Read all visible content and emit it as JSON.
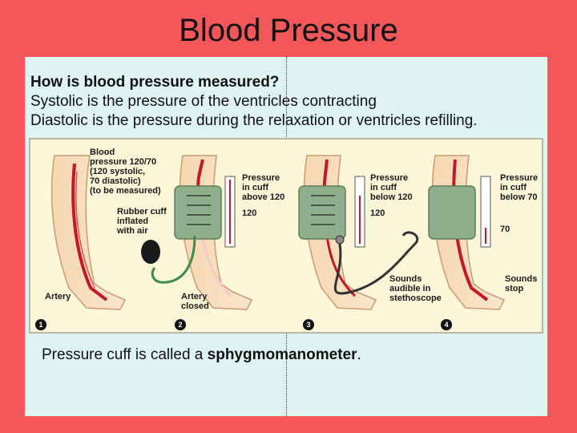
{
  "slide": {
    "title": "Blood Pressure"
  },
  "header": {
    "question": "How is blood pressure measured?",
    "systolic_line": "Systolic is the pressure of the ventricles contracting",
    "diastolic_line": "Diastolic is the pressure during the relaxation or ventricles refilling."
  },
  "figure": {
    "panel1": {
      "bp_l1": "Blood",
      "bp_l2": "pressure 120/70",
      "bp_l3": "(120 systolic,",
      "bp_l4": "70 diastolic)",
      "bp_l5": "(to be measured)",
      "artery": "Artery",
      "step": "1"
    },
    "panel2": {
      "pressure_l1": "Pressure",
      "pressure_l2": "in cuff",
      "pressure_l3": "above 120",
      "gauge_value": "120",
      "cuff_l1": "Rubber cuff",
      "cuff_l2": "inflated",
      "cuff_l3": "with air",
      "artery_l1": "Artery",
      "artery_l2": "closed",
      "step": "2"
    },
    "panel3": {
      "pressure_l1": "Pressure",
      "pressure_l2": "in cuff",
      "pressure_l3": "below 120",
      "gauge_value": "120",
      "sounds_l1": "Sounds",
      "sounds_l2": "audible in",
      "sounds_l3": "stethoscope",
      "step": "3"
    },
    "panel4": {
      "pressure_l1": "Pressure",
      "pressure_l2": "in cuff",
      "pressure_l3": "below 70",
      "gauge_value": "70",
      "sounds_l1": "Sounds",
      "sounds_l2": "stop",
      "step": "4"
    }
  },
  "footer": {
    "prefix": "Pressure cuff is called a ",
    "term": "sphygmomanometer",
    "suffix": "."
  },
  "colors": {
    "background": "#f4575a",
    "panel": "#dff3f1",
    "figure_bg": "#fdf6d9",
    "cuff": "#8fae8c",
    "artery": "#c4172a"
  }
}
